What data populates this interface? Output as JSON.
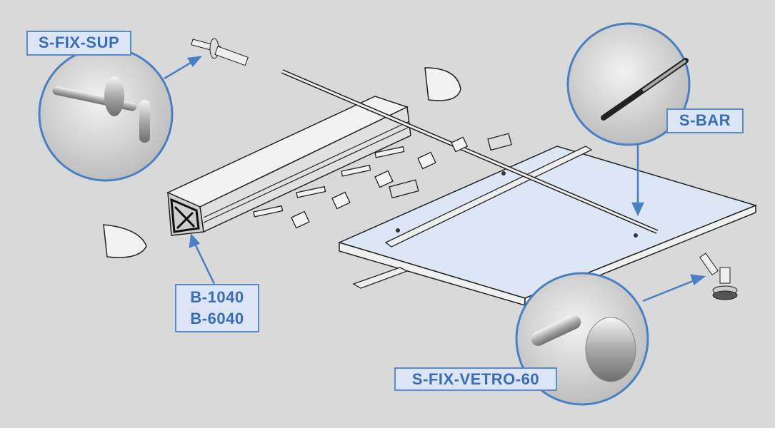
{
  "labels": {
    "s_fix_sup": "S-FIX-SUP",
    "s_bar": "S-BAR",
    "b_1040": "B-1040",
    "b_6040": "B-6040",
    "s_fix_vetro": "S-FIX-VETRO-60"
  },
  "colors": {
    "background": "#d9d9d9",
    "accent": "#4a7fc1",
    "label_fill": "#dbe5f6",
    "label_text": "#3a6db3",
    "glass": "#dde6f5"
  }
}
